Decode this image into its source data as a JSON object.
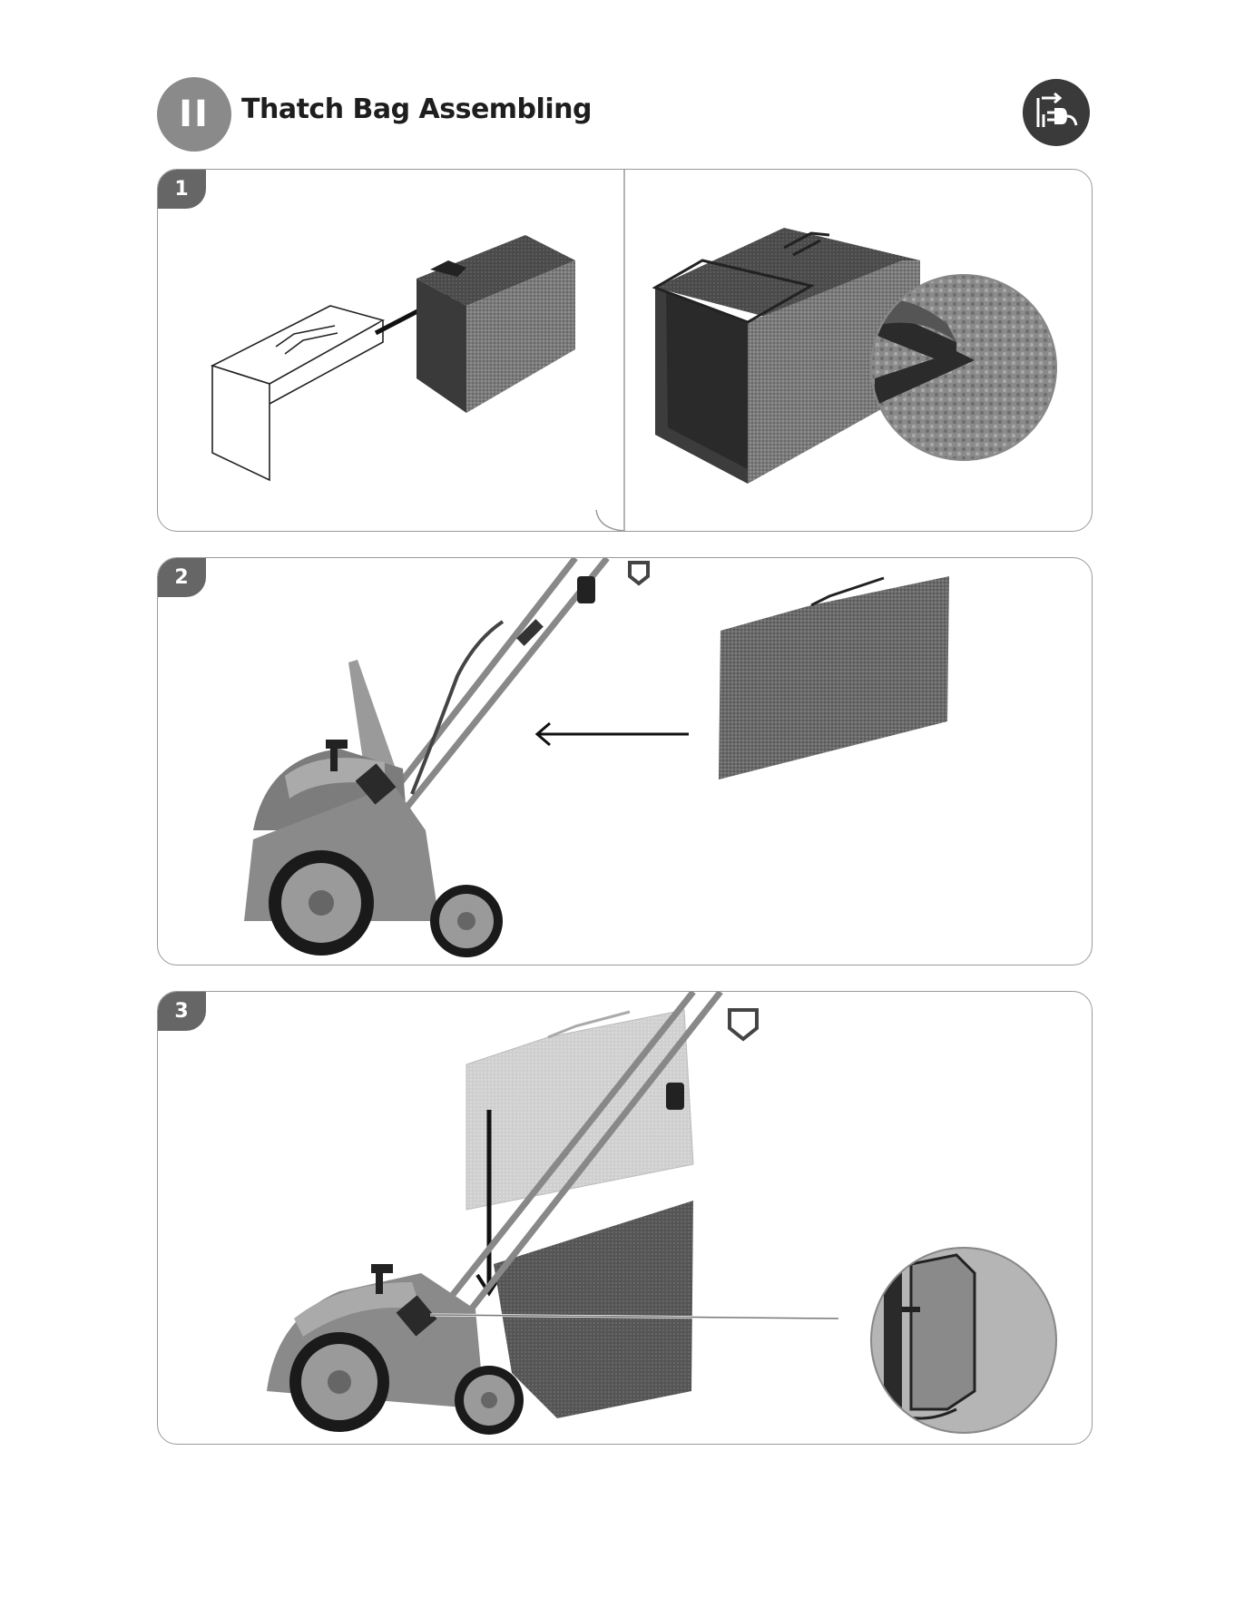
{
  "header": {
    "section_numeral": "II",
    "title": "Thatch Bag Assembling",
    "unplug_icon": "unplug-warning-icon"
  },
  "steps": [
    {
      "number": "1"
    },
    {
      "number": "2"
    },
    {
      "number": "3"
    }
  ]
}
